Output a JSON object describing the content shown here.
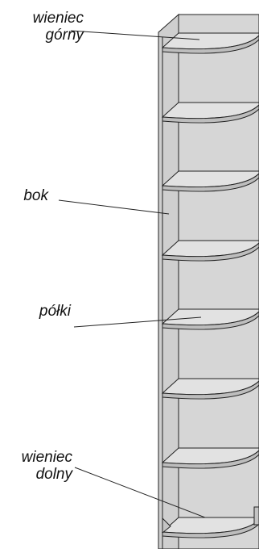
{
  "labels": {
    "top_crown": [
      "wieniec",
      "górny"
    ],
    "side": "bok",
    "shelves": "półki",
    "bottom_crown": [
      "wieniec",
      "dolny"
    ]
  },
  "colors": {
    "panel": "#d6d6d6",
    "outline": "#222222",
    "background": "#ffffff"
  }
}
